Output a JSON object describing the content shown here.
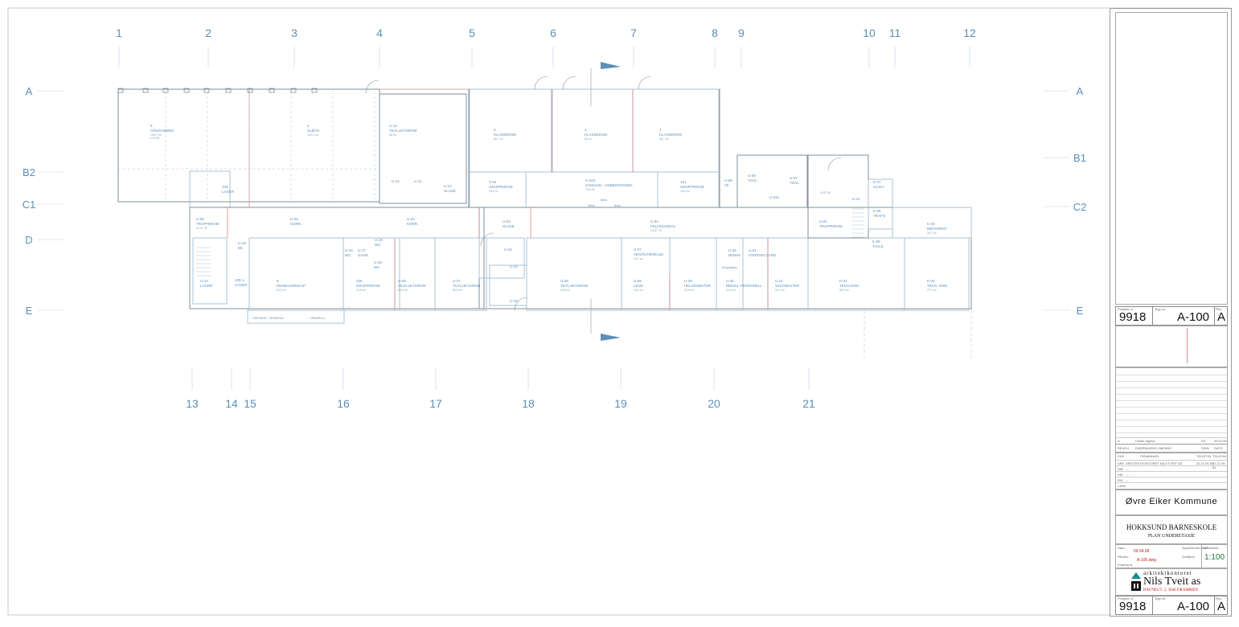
{
  "axes_top": [
    "1",
    "2",
    "3",
    "4",
    "5",
    "6",
    "7",
    "8",
    "9",
    "10",
    "11",
    "12"
  ],
  "axes_bottom": [
    "13",
    "14",
    "15",
    "16",
    "17",
    "18",
    "19",
    "20",
    "21"
  ],
  "rows_left": [
    "A",
    "B2",
    "C1",
    "D",
    "E"
  ],
  "rows_right": [
    "A",
    "B1",
    "C2",
    "E"
  ],
  "rooms": [
    {
      "id": "5",
      "name": "HÅNDARBEID",
      "area": "108,7 m²",
      "extra": "2.41.25"
    },
    {
      "id": "4",
      "name": "SLØYD",
      "area": "129,3 m²",
      "extra": ""
    },
    {
      "id": "U-13",
      "name": "TILFLUKTSROM",
      "area": "58 m²",
      "extra": ""
    },
    {
      "id": "3",
      "name": "KLASSEROM",
      "area": "56,7 m²",
      "extra": ""
    },
    {
      "id": "2",
      "name": "KLASSEROM",
      "area": "56 m²",
      "extra": ""
    },
    {
      "id": "1",
      "name": "KLASSEROM",
      "area": "56,7 m²",
      "extra": ""
    },
    {
      "id": "109",
      "name": "LAGER",
      "area": "",
      "extra": ""
    },
    {
      "id": "U-12",
      "name": "",
      "area": "",
      "extra": ""
    },
    {
      "id": "U-11",
      "name": "",
      "area": "",
      "extra": ""
    },
    {
      "id": "U-10",
      "name": "SLUSE",
      "area": "",
      "extra": ""
    },
    {
      "id": "T-09",
      "name": "GRUPPEROM",
      "area": "18,6 m²",
      "extra": ""
    },
    {
      "id": "U-022",
      "name": "SAMLING - UNDERVISNING",
      "area": "2.52.25",
      "extra": ""
    },
    {
      "id": "101",
      "name": "GRUPPEROM",
      "area": "18,6 m²",
      "extra": ""
    },
    {
      "id": "U-06",
      "name": "VF",
      "area": "",
      "extra": ""
    },
    {
      "id": "U-08",
      "name": "TOAL.",
      "area": "",
      "extra": ""
    },
    {
      "id": "U-07",
      "name": "TOAL.",
      "area": "",
      "extra": ""
    },
    {
      "id": "U-021",
      "name": "",
      "area": "",
      "extra": ""
    },
    {
      "id": "K-07",
      "name": "SJAKT",
      "area": "",
      "extra": ""
    },
    {
      "id": "K-06",
      "name": "TRAFO",
      "area": "",
      "extra": ""
    },
    {
      "id": "K-05",
      "name": "TAVLE",
      "area": "",
      "extra": ""
    },
    {
      "id": "K-01",
      "name": "",
      "area": "",
      "extra": ""
    },
    {
      "id": "K-03",
      "name": "RØYSPENT",
      "area": "28,7 m²",
      "extra": ""
    },
    {
      "id": "U-05",
      "name": "TRAPPEROM",
      "area": "12,07.76",
      "extra": ""
    },
    {
      "id": "U-03",
      "name": "KORR.",
      "area": "",
      "extra": ""
    },
    {
      "id": "U-04",
      "name": "KORR.",
      "area": "",
      "extra": ""
    },
    {
      "id": "U-03",
      "name": "SLUSE",
      "area": "",
      "extra": ""
    },
    {
      "id": "U-02",
      "name": "FELLESAREAL",
      "area": "12.67.75",
      "extra": ""
    },
    {
      "id": "U-01",
      "name": "TRAPPEROM",
      "area": "",
      "extra": ""
    },
    {
      "id": "U-14",
      "name": "LAGER",
      "area": "",
      "extra": ""
    },
    {
      "id": "U-15",
      "name": "BK",
      "area": "",
      "extra": ""
    },
    {
      "id": "105-1",
      "name": "LAGER",
      "area": "",
      "extra": ""
    },
    {
      "id": "6",
      "name": "HEIMKUNNSKAP",
      "area": "62,5 m²",
      "extra": ""
    },
    {
      "id": "U-16",
      "name": "WC",
      "area": "",
      "extra": ""
    },
    {
      "id": "U-17",
      "name": "GANG",
      "area": "",
      "extra": ""
    },
    {
      "id": "U-18",
      "name": "WC",
      "area": "",
      "extra": ""
    },
    {
      "id": "U-19",
      "name": "WC",
      "area": "",
      "extra": ""
    },
    {
      "id": "106",
      "name": "GRUPPEROM",
      "area": "14,8 m²",
      "extra": ""
    },
    {
      "id": "U-09",
      "name": "TILFLUKTSROM",
      "area": "36,4 m²",
      "extra": ""
    },
    {
      "id": "U-27",
      "name": "TILFLUKTSROM",
      "area": "86,8 m²",
      "extra": ""
    },
    {
      "id": "U-22",
      "name": "",
      "area": "",
      "extra": ""
    },
    {
      "id": "U-23",
      "name": "",
      "area": "",
      "extra": ""
    },
    {
      "id": "U-24",
      "name": "",
      "area": "",
      "extra": ""
    },
    {
      "id": "U-28",
      "name": "TILFLUKTSROM",
      "area": "93,8 m²",
      "extra": ""
    },
    {
      "id": "U-27",
      "name": "VENTEVÆRELSE",
      "area": "13,1 m²",
      "extra": ""
    },
    {
      "id": "U-08",
      "name": "LEGE",
      "area": "15,6 m²",
      "extra": ""
    },
    {
      "id": "U-39",
      "name": "HELSESØSTER",
      "area": "18,8 m²",
      "extra": ""
    },
    {
      "id": "U-26",
      "name": "BENKE",
      "area": "",
      "extra": ""
    },
    {
      "id": "U-30",
      "name": "RENGJ. PERSONELL",
      "area": "10,3 m²",
      "extra": ""
    },
    {
      "id": "U-01",
      "name": "FORROM GARD.",
      "area": "",
      "extra": ""
    },
    {
      "id": "U-21",
      "name": "VAKTMESTER",
      "area": "22,1 m²",
      "extra": ""
    },
    {
      "id": "K-02",
      "name": "TEKN.ROM",
      "area": "88,3 m²",
      "extra": ""
    },
    {
      "id": "K-03",
      "name": "TEKN. ROM",
      "area": "27,1 m²",
      "extra": ""
    }
  ],
  "plan_notes": {
    "bench1": "Benk",
    "bench2": "Benk",
    "bench3": "Benk",
    "bottom_strip_1": "OPPHENG - SPINNHUS",
    "bottom_strip_2": "UNDERLIG",
    "note_small": "Ekspedisjon",
    "note_stair": "U-07.76"
  },
  "title_block": {
    "project_no_label": "Prosjekt nr.",
    "drawing_no_label": "Tegn.nr.",
    "revision_label": "Rev.",
    "project_no": "9918",
    "drawing_no": "A-100",
    "revision": "A",
    "revisions": [
      {
        "rev": "A",
        "text": "Første utgave",
        "sign": "KE",
        "date": "09.04.99"
      }
    ],
    "rev_header": {
      "rev": "REVISJ.",
      "text": "ENDRINGENS OMFANG",
      "sign": "SIGN",
      "date": "DATO"
    },
    "consultants": [
      {
        "role": "ARK",
        "name": "ARKITEKTKONTORET NILS TVEIT AS",
        "tel": "32 21 06 80",
        "fax": "32 21 06 81"
      },
      {
        "role": "RIB",
        "name": "---",
        "tel": "",
        "fax": ""
      },
      {
        "role": "RIE",
        "name": "---",
        "tel": "",
        "fax": ""
      },
      {
        "role": "RIV",
        "name": "---",
        "tel": "",
        "fax": ""
      },
      {
        "role": "LARK",
        "name": "",
        "tel": "",
        "fax": ""
      }
    ],
    "consultant_header": {
      "role": "FAG",
      "name": "FIRMANAVN",
      "tel": "TELEFON",
      "fax": "TELEFAX"
    },
    "client": "Øvre Eiker Kommune",
    "project_title": "HOKKSUND BARNESKOLE",
    "drawing_title": "PLAN UNDERETASJE",
    "date_label": "Dato:",
    "date": "09.04.99",
    "drawn_label": "Tegnet/Kontrollert",
    "file_label": "Filnavn:",
    "file": "A-100.dwg",
    "approved_label": "Godkjent",
    "scale_label": "Målestokk:",
    "scale": "1:100",
    "change_label": "Endring nr.",
    "architect_prefix": "arkitektkontoret",
    "architect_name": "Nils Tveit as",
    "architect_address": "HAVNEGT. 2, 3040 DRAMMEN"
  }
}
